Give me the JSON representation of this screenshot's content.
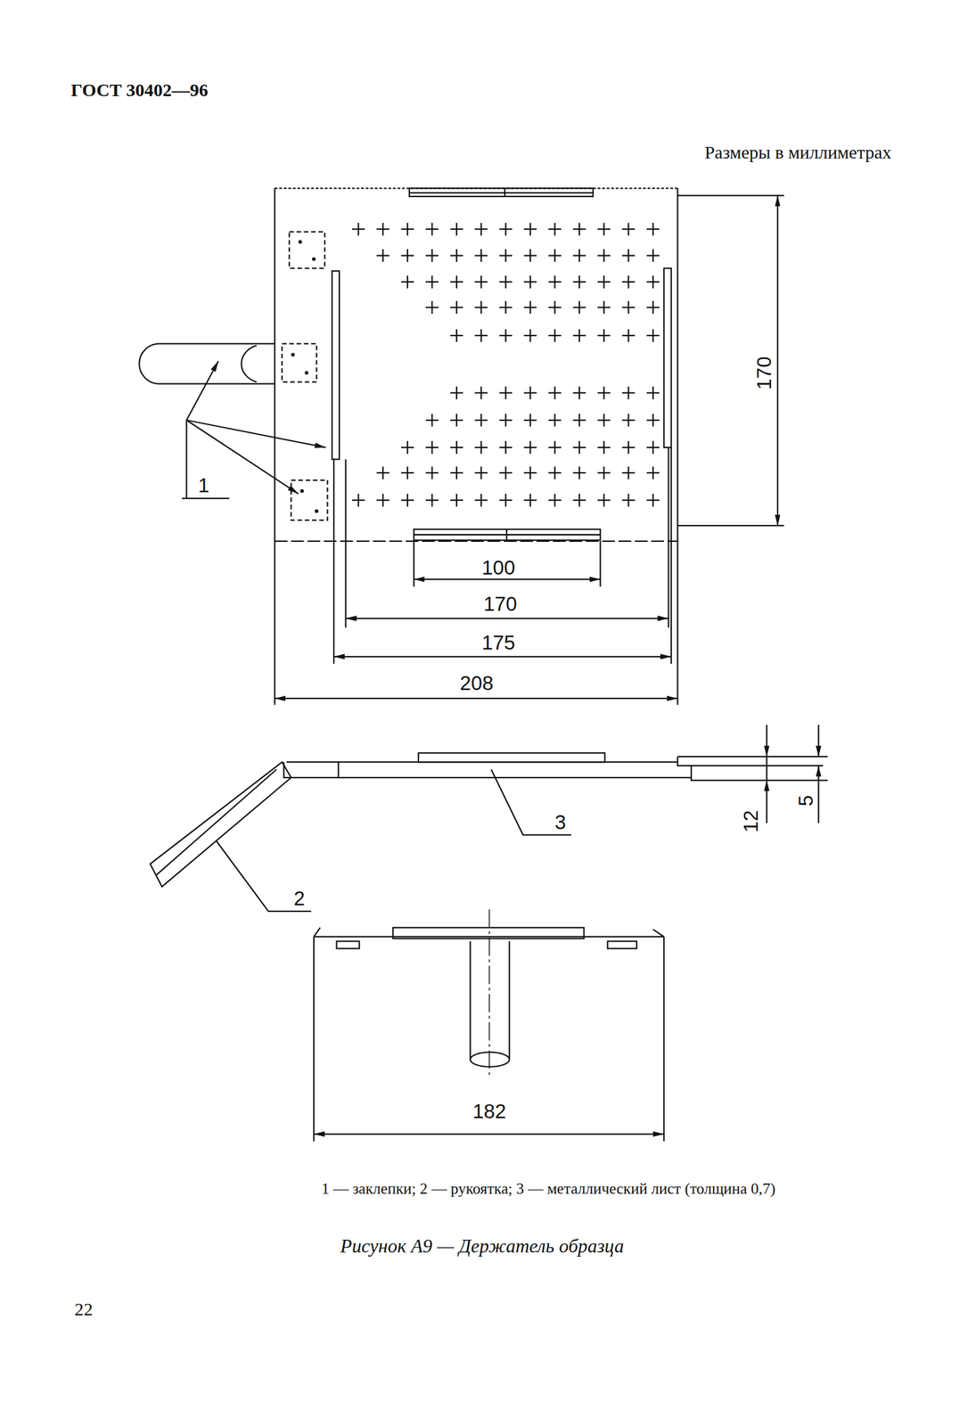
{
  "diagram": {
    "caption": "Рисунок А9 — Держатель образца",
    "labels": [
      "ГОСТ 30402—96",
      "Размеры в миллиметрах",
      "170",
      "1",
      "100",
      "170",
      "175",
      "208",
      "3",
      "12",
      "5",
      "2",
      "182",
      "1 — заклепки; 2 — рукоятка; 3 — металлический лист (толщина 0,7)",
      "22"
    ]
  }
}
